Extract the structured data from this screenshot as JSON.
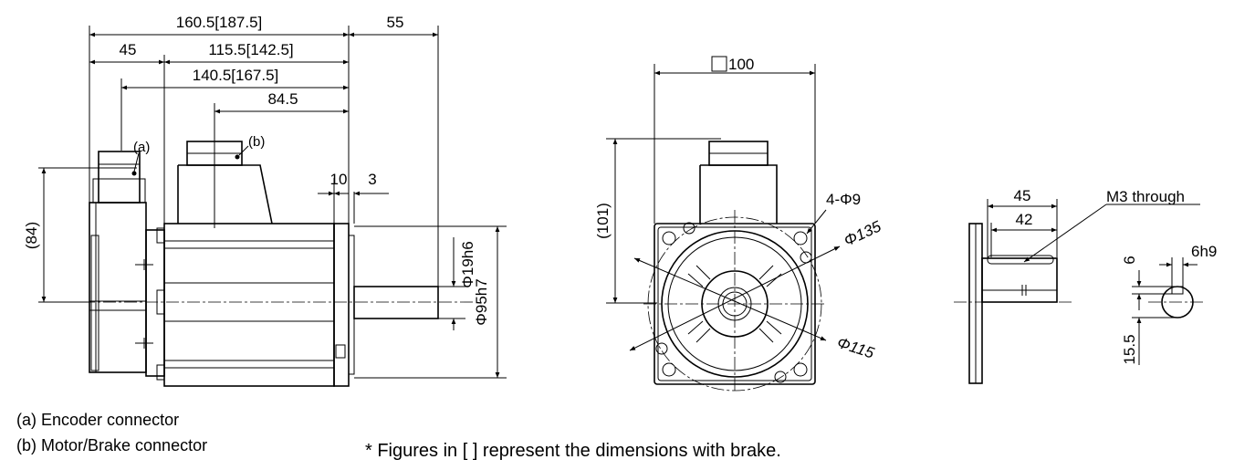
{
  "side_view": {
    "overall": "160.5[187.5]",
    "shaft": "55",
    "rear": "45",
    "body": "115.5[142.5]",
    "encoder_to_flange": "140.5[167.5]",
    "connector_to_flange": "84.5",
    "flange_thick": "10",
    "spigot": "3",
    "height": "(84)",
    "shaft_dia": "Φ19h6",
    "spigot_dia": "Φ95h7",
    "label_a": "(a)",
    "label_b": "(b)"
  },
  "front_view": {
    "square": "100",
    "height": "(101)",
    "holes": "4-Φ9",
    "pcd": "Φ135",
    "flange_dia": "Φ115"
  },
  "shaft_detail": {
    "key_len_outer": "45",
    "key_len_inner": "42",
    "thread": "M3 through",
    "key_height": "6",
    "key_width": "6h9",
    "key_depth": "15.5"
  },
  "legend": {
    "a": "(a) Encoder connector",
    "b": "(b) Motor/Brake connector"
  },
  "note": "* Figures in [  ] represent the dimensions with brake."
}
